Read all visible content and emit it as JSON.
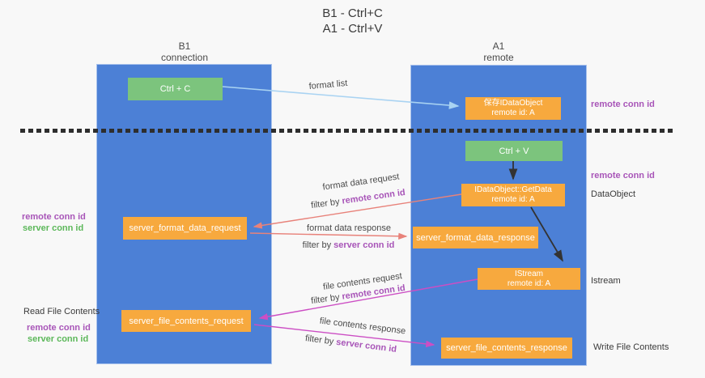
{
  "title": {
    "line1": "B1 - Ctrl+C",
    "line2": "A1 - Ctrl+V"
  },
  "columns": {
    "left": {
      "name": "B1",
      "subtitle": "connection"
    },
    "right": {
      "name": "A1",
      "subtitle": "remote"
    }
  },
  "boxes": {
    "ctrl_c": "Ctrl + C",
    "save_idataobject": {
      "line1": "保存IDataObject",
      "line2": "remote id: A"
    },
    "ctrl_v": "Ctrl + V",
    "getdata": {
      "line1": "IDataObject::GetData",
      "line2": "remote id: A"
    },
    "format_request": "server_format_data_request",
    "format_response": "server_format_data_response",
    "istream": {
      "line1": "IStream",
      "line2": "remote id: A"
    },
    "file_request": "server_file_contents_request",
    "file_response": "server_file_contents_response"
  },
  "side_labels": {
    "right_remote_conn_id_top": "remote conn id",
    "right_remote_conn_id_mid": "remote conn id",
    "right_dataobject": "DataObject",
    "right_istream": "Istream",
    "right_write_file_contents": "Write File Contents",
    "left_remote_conn_id_1": "remote conn id",
    "left_server_conn_id_1": "server conn id",
    "left_read_file_contents": "Read File Contents",
    "left_remote_conn_id_2": "remote conn id",
    "left_server_conn_id_2": "server conn id"
  },
  "arrow_labels": {
    "format_list": "format list",
    "format_data_request": "format data request",
    "format_data_response": "format data response",
    "file_contents_request": "file contents request",
    "file_contents_response": "file contents response",
    "filter_by": "filter by ",
    "remote_conn_id": "remote conn id",
    "server_conn_id": "server conn id"
  },
  "colors": {
    "lane_blue": "#4c80d6",
    "box_green": "#7cc47d",
    "box_orange": "#f7a93e",
    "label_purple": "#a855b8",
    "label_green": "#5cb85a",
    "arrow_light_blue": "#a9d3f2",
    "arrow_salmon": "#e8827a",
    "arrow_magenta": "#cc4ec4",
    "arrow_black": "#333333",
    "background": "#f8f8f8"
  }
}
